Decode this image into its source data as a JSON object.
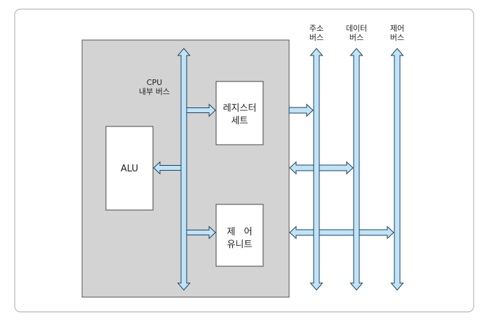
{
  "labels": {
    "cpu": "CPU",
    "internal_bus": "내부 버스",
    "alu": "ALU",
    "register_set": [
      "레지스터",
      "세트"
    ],
    "control_unit": [
      "제   어",
      "유니트"
    ]
  },
  "buses": [
    {
      "label": [
        "주소",
        "버스"
      ]
    },
    {
      "label": [
        "데이터",
        "버스"
      ]
    },
    {
      "label": [
        "제어",
        "버스"
      ]
    }
  ],
  "colors": {
    "frame": "#b8b8b8",
    "cpu_fill": "#d3d3d3",
    "bus_fill": "#bfe3f7",
    "bus_stroke": "#1f3f5c",
    "box_fill": "#ffffff"
  }
}
